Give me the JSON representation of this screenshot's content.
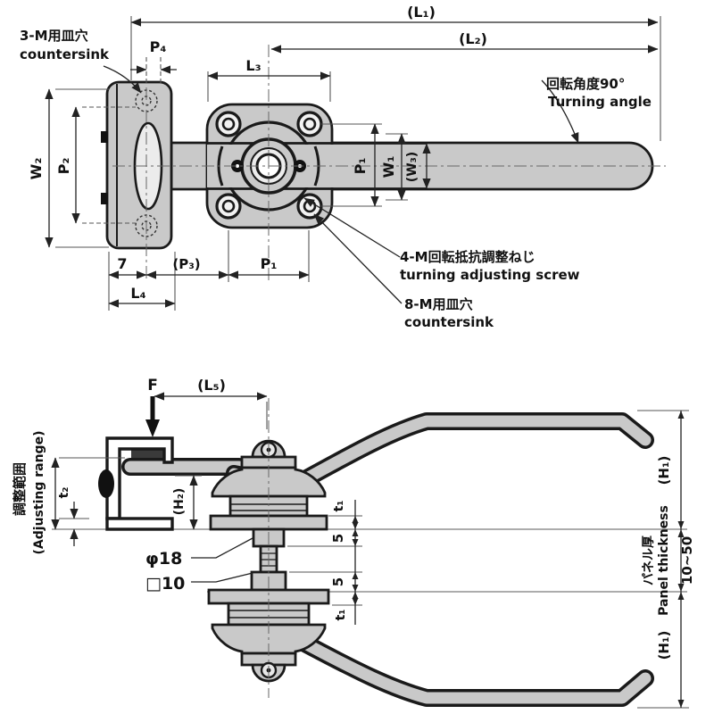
{
  "colors": {
    "line": "#1a1a1a",
    "metal_fill": "#c9c9c9",
    "background": "#ffffff",
    "dim_line": "#222222"
  },
  "top_view": {
    "labels": {
      "l1": "(L₁)",
      "l2": "(L₂)",
      "l3": "L₃",
      "p4": "P₄",
      "countersink3_jp": "3-M用皿穴",
      "countersink3_en": "countersink",
      "turning_jp": "回転角度90°",
      "turning_en": "Turning angle",
      "w2": "W₂",
      "p2": "P₂",
      "seven": "7",
      "p3": "(P₃)",
      "p1_bottom": "P₁",
      "l4": "L₄",
      "p1_right": "P₁",
      "w1": "W₁",
      "w3": "(W₃)",
      "adjscrew_jp": "4-M回転抵抗調整ねじ",
      "adjscrew_en": "turning adjusting screw",
      "countersink8_jp": "8-M用皿穴",
      "countersink8_en": "countersink"
    }
  },
  "side_view": {
    "labels": {
      "force": "F",
      "l5": "(L₅)",
      "adjrange_jp": "調整範囲",
      "adjrange_en": "(Adjusting range)",
      "t2": "t₂",
      "h2": "(H₂)",
      "dia18": "φ18",
      "sq10": "□10",
      "t1_top": "t₁",
      "five_top": "5",
      "five_bottom": "5",
      "t1_bottom": "t₁",
      "h1_top": "(H₁)",
      "panel_jp": "パネル厚",
      "panel_en": "Panel thickness",
      "panel_range": "10~50",
      "h1_bottom": "(H₁)"
    }
  }
}
